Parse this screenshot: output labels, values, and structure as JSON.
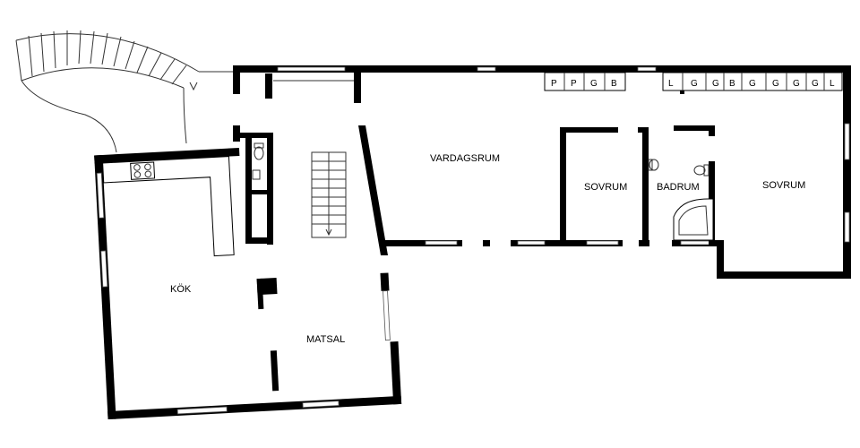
{
  "rooms": {
    "vardagsrum": "VARDAGSRUM",
    "sovrum_1": "SOVRUM",
    "badrum": "BADRUM",
    "sovrum_2": "SOVRUM",
    "kok": "KÖK",
    "matsal": "MATSAL"
  },
  "closets": {
    "group_1": [
      "P",
      "P",
      "G",
      "B"
    ],
    "group_2": [
      "L",
      "G",
      "G",
      "B",
      "G",
      "G",
      "G",
      "G",
      "L"
    ]
  },
  "colors": {
    "wall": "#000000",
    "background": "#ffffff"
  }
}
